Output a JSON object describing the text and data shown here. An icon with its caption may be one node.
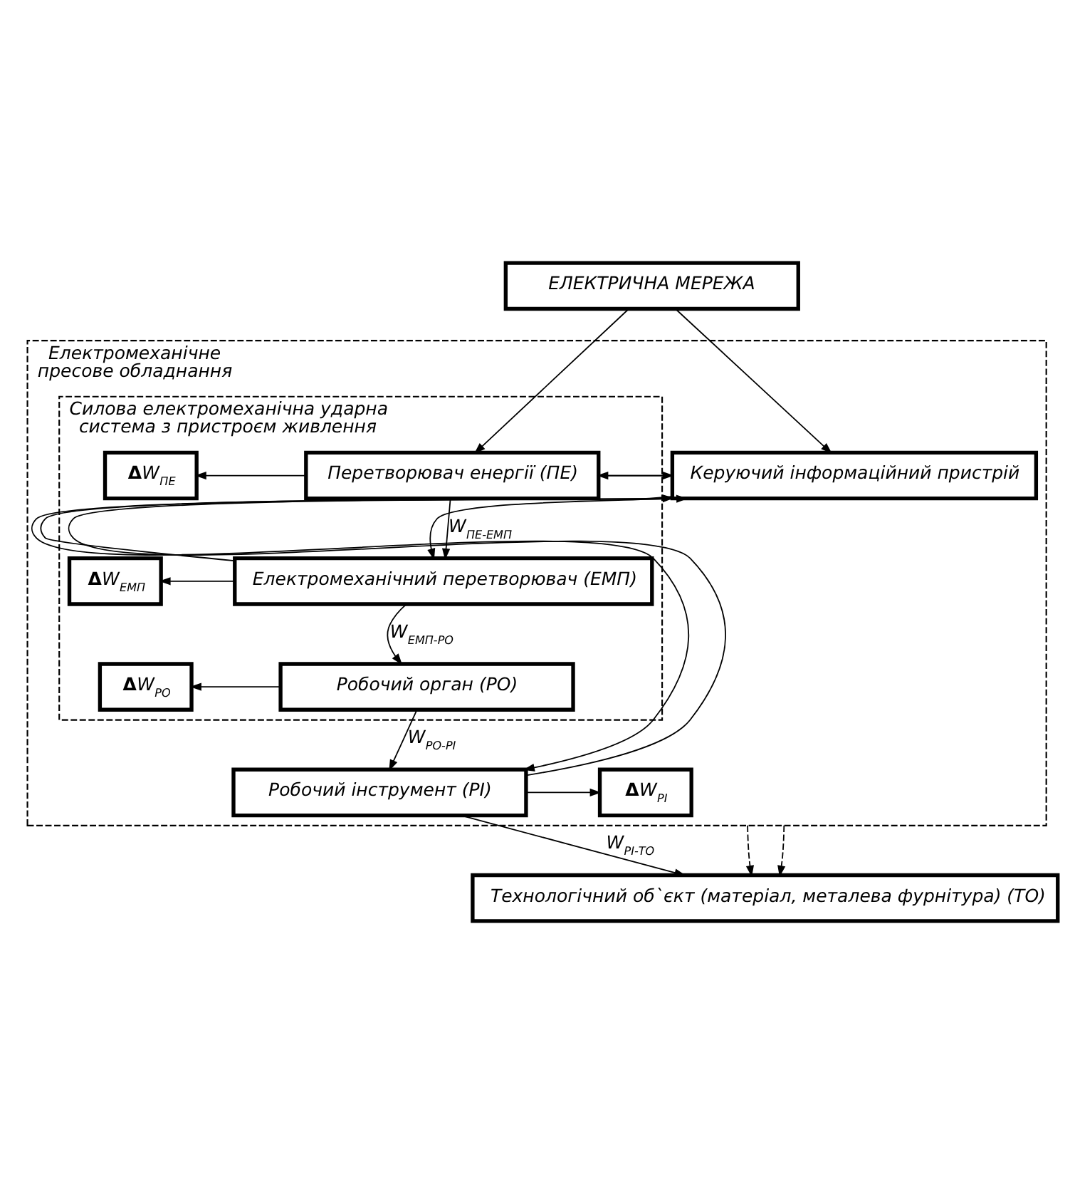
{
  "diagram": {
    "nodes": [
      {
        "text": [
          "ЕЛЕКТРИЧНА МЕРЕЖА"
        ]
      },
      {
        "text": [
          "Електромеханічне пресове обладнання"
        ]
      },
      {
        "text": [
          "Силова електромеханічна ударна система з пристроєм живлення"
        ],
        "in": 1
      },
      {
        "text": [
          "Перетворювач енергії (ПЕ)"
        ],
        "in": 2
      },
      {
        "text": [
          "**Δ**W$_{ПЕ}$"
        ],
        "in": 2
      },
      {
        "text": [
          "Електромеханічний перетворювач (ЕМП)"
        ],
        "in": 2
      },
      {
        "text": [
          "**Δ**W$_{ЕМП}$"
        ],
        "in": 2
      },
      {
        "text": [
          "Робочий орган (РО)"
        ],
        "in": 2
      },
      {
        "text": [
          "**Δ**W$_{РО}$"
        ],
        "in": 2
      },
      {
        "text": [
          "Робочий інструмент (РІ)"
        ],
        "in": 1
      },
      {
        "text": [
          "**Δ**W$_{РІ}$"
        ],
        "in": 1
      },
      {
        "text": [
          "Керуючий інформаційний пристрій"
        ],
        "in": 1
      },
      {
        "text": [
          "Технологічний об`єкт (матеріал, металева фурнітура) (ТО)"
        ]
      }
    ],
    "edges": [
      {
        "from": 0,
        "to": 3,
        "arrow": "to"
      },
      {
        "from": 0,
        "to": 11,
        "arrow": "to"
      },
      {
        "from": 3,
        "to": 4,
        "arrow": "to"
      },
      {
        "from": 3,
        "to": 11,
        "arrow": "to"
      },
      {
        "from": 11,
        "to": 3,
        "arrow": "to"
      },
      {
        "from": 3,
        "to": 5,
        "arrow": "to",
        "label": "W$_{ПЕ-ЕМП}$"
      },
      {
        "from": 5,
        "to": 6,
        "arrow": "to"
      },
      {
        "from": 5,
        "to": 11,
        "arrow": "to"
      },
      {
        "from": 11,
        "to": 5,
        "arrow": "to"
      },
      {
        "from": 5,
        "to": 7,
        "arrow": "to",
        "label": "W$_{ЕМП-РО}$"
      },
      {
        "from": 7,
        "to": 8,
        "arrow": "to"
      },
      {
        "from": 7,
        "to": 9,
        "arrow": "to",
        "label": "W$_{РО-РІ}$"
      },
      {
        "from": 9,
        "to": 10,
        "arrow": "to"
      },
      {
        "from": 9,
        "to": 11,
        "arrow": "to"
      },
      {
        "from": 11,
        "to": 9,
        "arrow": "to"
      },
      {
        "from": 9,
        "to": 12,
        "arrow": "to",
        "label": "W$_{РІ-ТО}$"
      },
      {
        "from": 1,
        "to": 12,
        "arrow": "to",
        "style": "dashed"
      },
      {
        "from": 1,
        "to": 12,
        "arrow": "to",
        "style": "dashed"
      }
    ]
  }
}
